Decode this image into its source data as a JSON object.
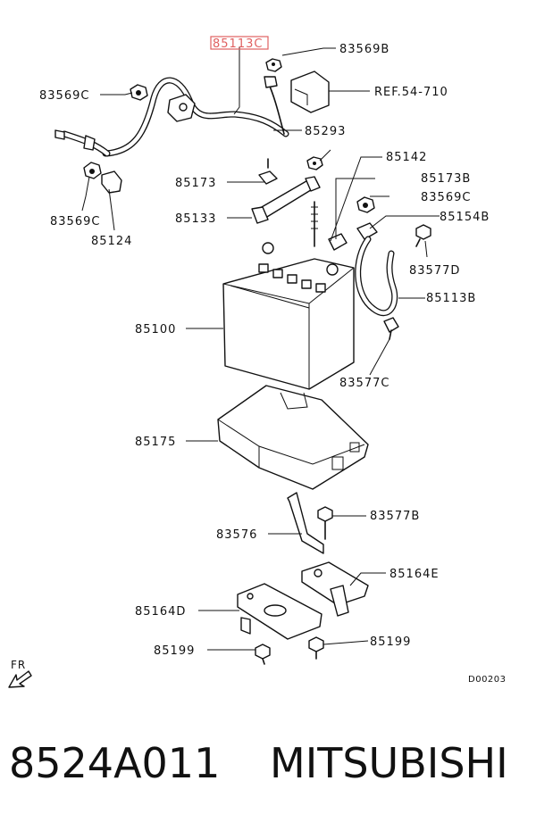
{
  "diagram": {
    "labels": {
      "l85113c": "85113C",
      "l83569b": "83569B",
      "l83569c_top": "83569C",
      "ref": "REF.54-710",
      "l85293": "85293",
      "l85142": "85142",
      "l85173b": "85173B",
      "l85173": "85173",
      "l83569c_right": "83569C",
      "l85154b": "85154B",
      "l85133": "85133",
      "l83569c_left": "83569C",
      "l85124": "85124",
      "l83577d": "83577D",
      "l85113b": "85113B",
      "l85100": "85100",
      "l83577c": "83577C",
      "l85175": "85175",
      "l83577b": "83577B",
      "l83576": "83576",
      "l85164e": "85164E",
      "l85164d": "85164D",
      "l85199_left": "85199",
      "l85199_right": "85199",
      "fr": "FR",
      "drawing_code": "D00203"
    },
    "highlight_color": "#e06060"
  },
  "footer": {
    "part_number": "8524A011",
    "brand": "MITSUBISHI"
  }
}
